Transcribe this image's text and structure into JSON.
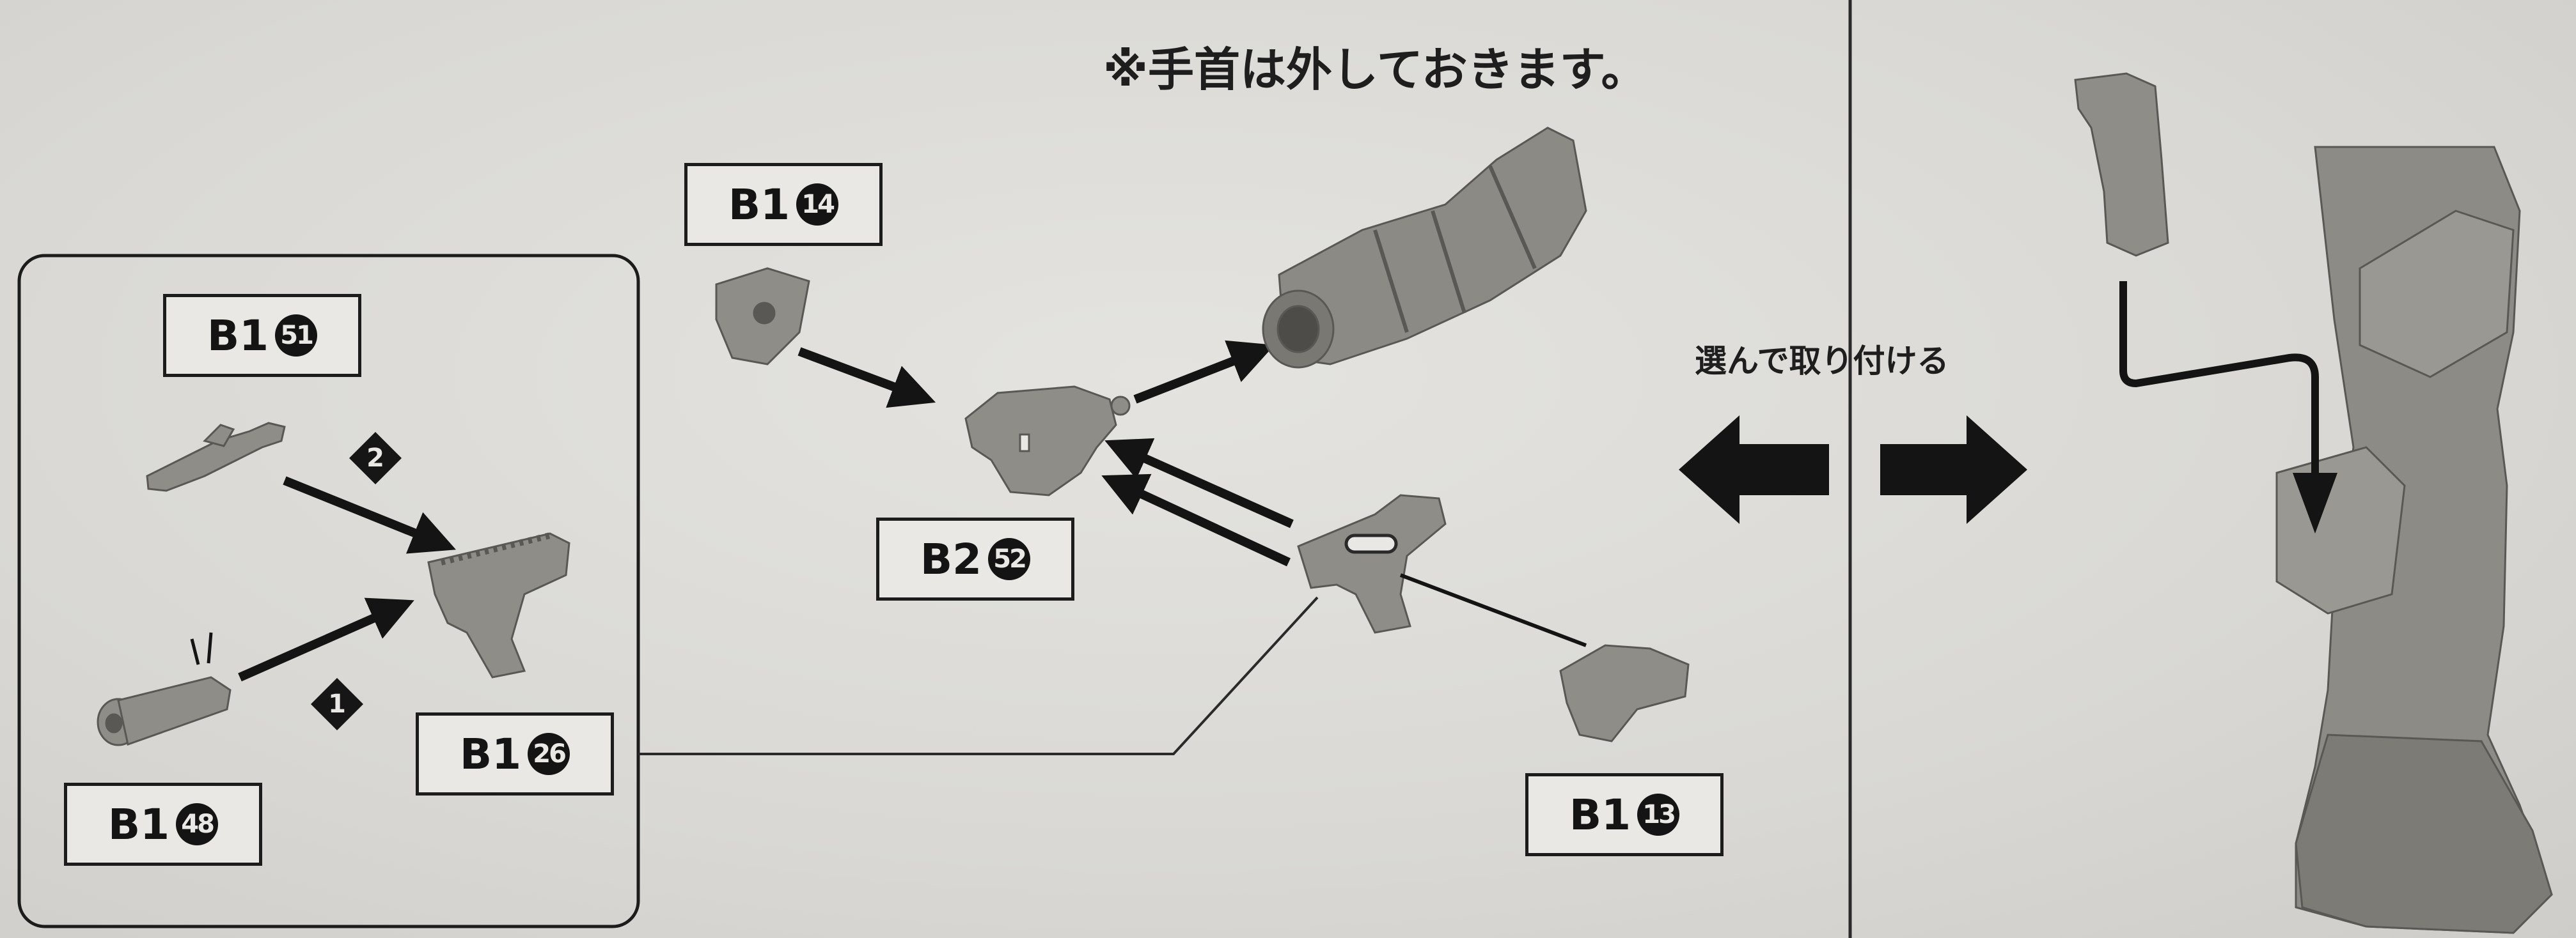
{
  "header_note": "※手首は外しておきます。",
  "choice_note": "選んで取り付ける",
  "parts": {
    "b1_51": {
      "sheet": "B1",
      "number": "51"
    },
    "b1_48": {
      "sheet": "B1",
      "number": "48"
    },
    "b1_26": {
      "sheet": "B1",
      "number": "26"
    },
    "b1_14": {
      "sheet": "B1",
      "number": "14"
    },
    "b2_52": {
      "sheet": "B2",
      "number": "52"
    },
    "b1_13": {
      "sheet": "B1",
      "number": "13"
    }
  },
  "steps": {
    "first": "1",
    "second": "2"
  },
  "icons": {
    "double_arrow": "left-right-arrow-icon",
    "arrows": "assembly-arrow-icon"
  },
  "colors": {
    "ink": "#141414",
    "paper": "#dcdbd7",
    "part": "#8f8d88"
  }
}
